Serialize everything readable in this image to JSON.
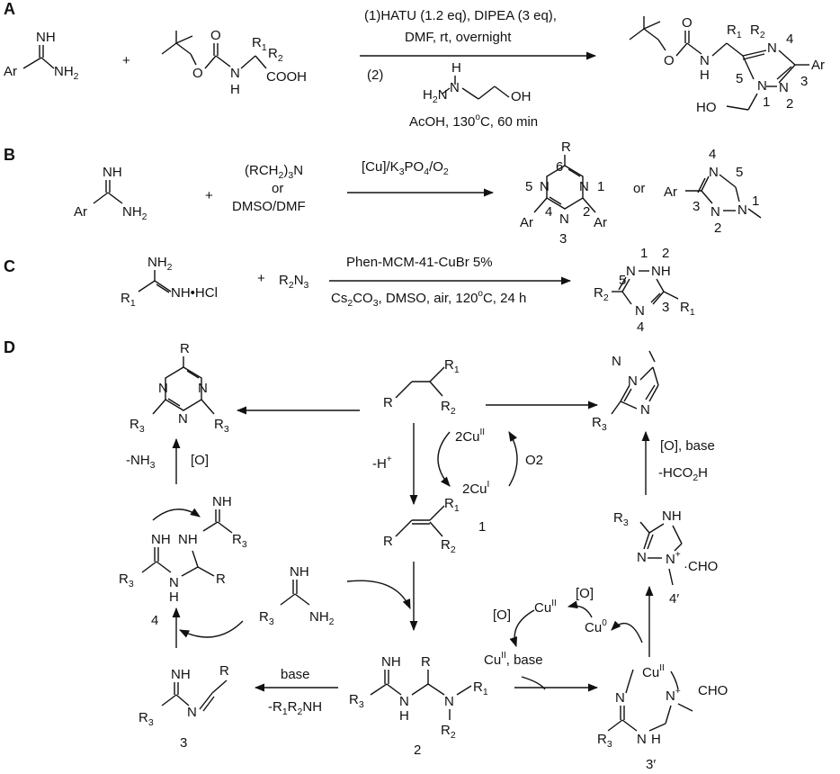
{
  "panels": [
    "A",
    "B",
    "C",
    "D"
  ],
  "panel_a": {
    "amidine": {
      "nh": "NH",
      "ar": "Ar",
      "nh2": "NH",
      "nh2_sub": "2"
    },
    "plus": "+",
    "boc_amino_acid": {
      "o": "O",
      "o2": "O",
      "nh": "N",
      "h": "H",
      "r1": "R",
      "r1_sub": "1",
      "r2": "R",
      "r2_sub": "2",
      "cooh": "COOH"
    },
    "conditions": {
      "line1": "(1)HATU (1.2 eq), DIPEA (3 eq),",
      "line2": "DMF, rt, overnight",
      "step2": "(2)",
      "hydrazine_n1": "H",
      "hydrazine_n1_sub": "2",
      "hydrazine_n": "N",
      "hydrazine_nh": "N",
      "hydrazine_h": "H",
      "hydrazine_oh": "OH",
      "line3_pre": "AcOH, 130",
      "line3_sup": "o",
      "line3_post": "C, 60 min"
    },
    "product": {
      "o": "O",
      "o2": "O",
      "n": "N",
      "h": "H",
      "r1": "R",
      "r1_sub": "1",
      "r2": "R",
      "r2_sub": "2",
      "ring_n4": "N",
      "ring_n1": "N",
      "ring_n2": "N",
      "ar": "Ar",
      "ho": "HO",
      "pos5": "5",
      "pos4": "4",
      "pos3": "3",
      "pos1": "1",
      "pos2": "2"
    }
  },
  "panel_b": {
    "amidine": {
      "nh": "NH",
      "ar": "Ar",
      "nh2": "NH",
      "nh2_sub": "2"
    },
    "plus": "+",
    "reagent_line1_pre": "(RCH",
    "reagent_line1_sub": "2",
    "reagent_line1_post": ")",
    "reagent_line1_sub2": "3",
    "reagent_line1_end": "N",
    "reagent_or": "or",
    "reagent_line2": "DMSO/DMF",
    "conditions_pre": "[Cu]/K",
    "conditions_sub1": "3",
    "conditions_mid": "PO",
    "conditions_sub2": "4",
    "conditions_mid2": "/O",
    "conditions_sub3": "2",
    "triazine": {
      "r": "R",
      "n5": "N",
      "n1": "N",
      "n3": "N",
      "ar_left": "Ar",
      "ar_right": "Ar",
      "pos6": "6",
      "pos5": "5",
      "pos1": "1",
      "pos4": "4",
      "pos2": "2",
      "pos3": "3"
    },
    "or_label": "or",
    "triazole": {
      "n4": "N",
      "n1": "N",
      "n2": "N",
      "ar": "Ar",
      "pos4": "4",
      "pos5": "5",
      "pos3": "3",
      "pos1": "1",
      "pos2": "2"
    }
  },
  "panel_c": {
    "amidine": {
      "nh2": "NH",
      "nh2_sub": "2",
      "r1": "R",
      "r1_sub": "1",
      "nh_hcl": "NH•HCl"
    },
    "plus": "+",
    "azide_r": "R",
    "azide_sub": "2",
    "azide_n": "N",
    "azide_n_sub": "3",
    "conditions_top": "Phen-MCM-41-CuBr 5%",
    "conditions_bottom_pre": "Cs",
    "conditions_bottom_sub1": "2",
    "conditions_bottom_mid": "CO",
    "conditions_bottom_sub2": "3",
    "conditions_bottom_post": ", DMSO, air, 120",
    "conditions_bottom_sup": "o",
    "conditions_bottom_end": "C, 24 h",
    "product": {
      "n1": "N",
      "nh": "NH",
      "n4": "N",
      "r2": "R",
      "r2_sub": "2",
      "r1": "R",
      "r1_sub": "1",
      "pos1": "1",
      "pos2": "2",
      "pos5": "5",
      "pos3": "3",
      "pos4": "4"
    }
  },
  "panel_d": {
    "triazine_top": {
      "r": "R",
      "n": "N",
      "r3": "R",
      "r3_sub": "3"
    },
    "amine": {
      "r": "R",
      "r1": "R",
      "r1_sub": "1",
      "r2": "R",
      "r2_sub": "2"
    },
    "triazole_top": {
      "n": "N",
      "r3": "R",
      "r3_sub": "3"
    },
    "minus_h": "-H",
    "minus_h_sup": "+",
    "cu_cycle": {
      "cu2": "2Cu",
      "cu2_sup": "II",
      "cu1": "2Cu",
      "cu1_sup": "I",
      "o2": "O2"
    },
    "nh3_loss": "-NH",
    "nh3_sub": "3",
    "oxid": "[O]",
    "oxid_base": "[O], base",
    "hco2h_pre": "-HCO",
    "hco2h_sub": "2",
    "hco2h_post": "H",
    "enamine": {
      "r": "R",
      "r1": "R",
      "r1_sub": "1",
      "r2": "R",
      "r2_sub": "2",
      "label": "1"
    },
    "intermediate_4": {
      "nh": "NH",
      "nh_b": "NH",
      "n": "N",
      "h": "H",
      "h2": "H",
      "r": "R",
      "r3": "R",
      "r3_sub": "3",
      "label": "4"
    },
    "amidine_d": {
      "nh": "NH",
      "r3": "R",
      "r3_sub": "3",
      "nh2": "NH",
      "nh2_sub": "2"
    },
    "intermediate_4p": {
      "r3": "R",
      "r3_sub": "3",
      "nh": "NH",
      "n": "N",
      "n_plus": "N",
      "plus": "+",
      "cho": "·CHO",
      "label": "4′"
    },
    "cu_box": {
      "oxid_l": "[O]",
      "oxid_r": "[O]",
      "cu2a": "Cu",
      "cu2a_sup": "II",
      "cu0": "Cu",
      "cu0_sup": "0",
      "cu2b": "Cu",
      "cu2b_sup": "II",
      "base": ",  base"
    },
    "base_label": "base",
    "loss_pre": "-R",
    "loss_sub1": "1",
    "loss_mid": "R",
    "loss_sub2": "2",
    "loss_post": "NH",
    "imine_3": {
      "nh": "NH",
      "r": "R",
      "n": "N",
      "r3": "R",
      "r3_sub": "3",
      "label": "3"
    },
    "intermediate_2": {
      "nh": "NH",
      "r": "R",
      "n": "N",
      "h": "H",
      "r1": "R",
      "r1_sub": "1",
      "r2": "R",
      "r2_sub": "2",
      "r3": "R",
      "r3_sub": "3",
      "label": "2"
    },
    "intermediate_3p": {
      "cu": "Cu",
      "cu_sup": "II",
      "n": "N",
      "n_plus": "N",
      "plus": "+",
      "cho": "CHO",
      "h": "H",
      "r3": "R",
      "r3_sub": "3",
      "label": "3′"
    }
  }
}
